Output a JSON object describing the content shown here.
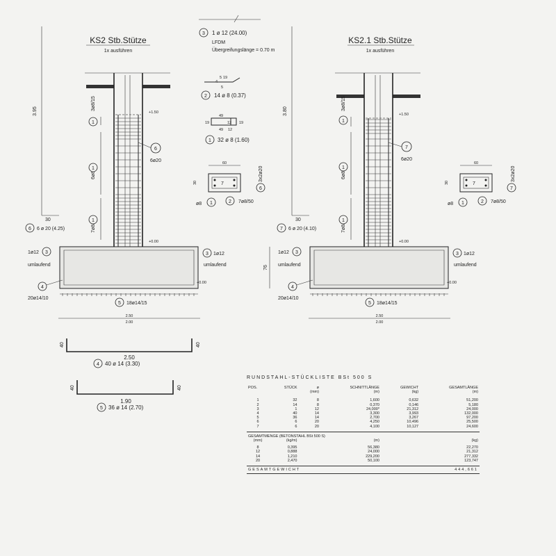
{
  "left": {
    "title": "KS2 Stb.Stütze",
    "subtitle": "1x ausführen",
    "height_dim": "3.95",
    "pos6_label": "6ø20",
    "pos6_num": "6",
    "pos6_note": "6 ø 20 (4.25)",
    "stirrup1": "3ø8/15",
    "stirrup2": "6ø8/25",
    "stirrup3": "7ø8/15",
    "dim30": "30"
  },
  "right": {
    "title": "KS2.1 Stb.Stütze",
    "subtitle": "1x ausführen",
    "height_dim": "3.80",
    "pos7_label": "6ø20",
    "pos7_num": "7",
    "pos7_note": "6 ø 20 (4.10)",
    "stirrup1": "3ø8/15",
    "stirrup2": "6ø8/25",
    "stirrup3": "7ø8/15",
    "dim30": "30"
  },
  "foundation": {
    "top_label": "1ø12",
    "umlaufend": "umlaufend",
    "bottom_label": "20ø14/10",
    "mesh_label": "18ø14/15",
    "dim_outer": "2.50",
    "dim_inner": "2.00",
    "height": "76"
  },
  "detail_3": {
    "num": "3",
    "line1": "1 ø 12 (24.00)",
    "line2": "LFDM",
    "line3": "Übergreifungslänge = 0.70 m"
  },
  "detail_2": {
    "num": "2",
    "text": "14 ø 8 (0.37)",
    "d1": "5",
    "d2": "19",
    "d3": "4",
    "d4": "5"
  },
  "detail_1": {
    "num": "1",
    "text": "32 ø 8 (1.60)",
    "w": "49",
    "h": "19",
    "h2": "12",
    "hb": "12"
  },
  "section_left": {
    "width": "60",
    "height": "30",
    "label_a": "ø8",
    "label_b": "7ø8/50",
    "label_c": "3x2ø20",
    "n1": "1",
    "n2": "2",
    "n7": "7",
    "n6": "6"
  },
  "section_right": {
    "width": "60",
    "height": "30",
    "label_a": "ø8",
    "label_b": "7ø8/50",
    "label_c": "3x2ø20",
    "n1": "1",
    "n2": "2",
    "n7": "7",
    "n6": "7"
  },
  "detail_4": {
    "num": "4",
    "text": "40 ø 14 (3.30)",
    "len": "2.50",
    "leg": "40"
  },
  "detail_5": {
    "num": "5",
    "text": "36 ø 14 (2.70)",
    "len": "1.90",
    "leg": "40"
  },
  "bom": {
    "title": "RUNDSTAHL-STÜCKLISTE   BSt 500 S",
    "headers": [
      "POS.",
      "STÜCK",
      "ø",
      "SCHNITTLÄNGE",
      "GEWICHT",
      "GESAMTLÄNGE"
    ],
    "units": [
      "",
      "",
      "(mm)",
      "(m)",
      "(kg)",
      "(m)"
    ],
    "rows": [
      [
        "1",
        "32",
        "8",
        "1,600",
        "0,632",
        "51,200"
      ],
      [
        "2",
        "14",
        "8",
        "0,370",
        "0,146",
        "5,180"
      ],
      [
        "3",
        "1",
        "12",
        "24,000*",
        "21,312",
        "24,000"
      ],
      [
        "4",
        "40",
        "14",
        "3,300",
        "3,993",
        "132,000"
      ],
      [
        "5",
        "36",
        "14",
        "2,700",
        "3,267",
        "97,200"
      ],
      [
        "6",
        "6",
        "20",
        "4,250",
        "10,496",
        "25,500"
      ],
      [
        "7",
        "6",
        "20",
        "4,100",
        "10,127",
        "24,600"
      ]
    ],
    "sum_title": "GESAMTMENGE   (BETONSTAHL BSt 500 S)",
    "sum_units": [
      "(mm)",
      "(kg/m)",
      "(m)",
      "(kg)"
    ],
    "sum_rows": [
      [
        "8",
        "0,395",
        "56,380",
        "22,270"
      ],
      [
        "12",
        "0,888",
        "24,000",
        "21,312"
      ],
      [
        "14",
        "1,210",
        "229,200",
        "277,332"
      ],
      [
        "20",
        "2,470",
        "50,100",
        "123,747"
      ]
    ],
    "total_label": "GESAMTGEWICHT",
    "total_value": "444,661"
  }
}
